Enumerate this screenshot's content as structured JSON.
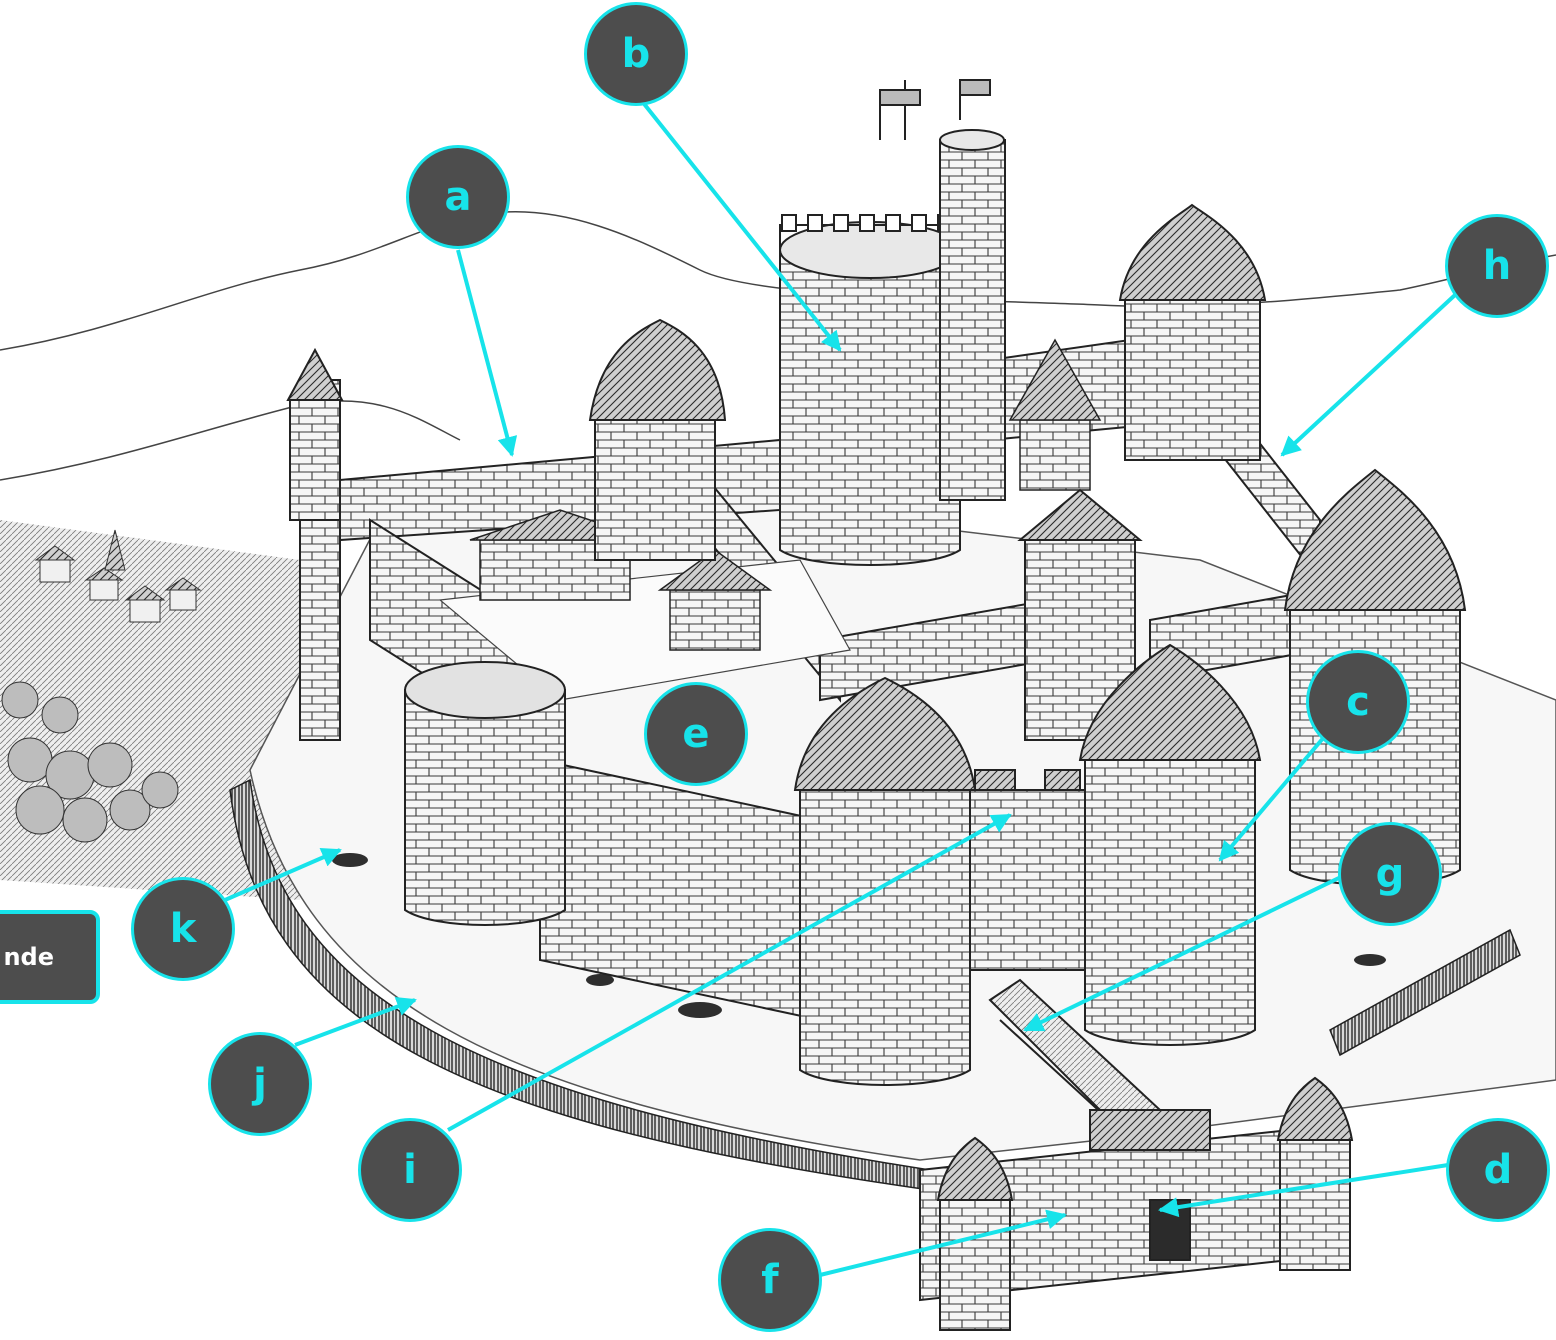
{
  "labels": [
    {
      "id": "a",
      "text": "a"
    },
    {
      "id": "b",
      "text": "b"
    },
    {
      "id": "c",
      "text": "c"
    },
    {
      "id": "d",
      "text": "d"
    },
    {
      "id": "e",
      "text": "e"
    },
    {
      "id": "f",
      "text": "f"
    },
    {
      "id": "g",
      "text": "g"
    },
    {
      "id": "h",
      "text": "h"
    },
    {
      "id": "i",
      "text": "i"
    },
    {
      "id": "j",
      "text": "j"
    },
    {
      "id": "k",
      "text": "k"
    }
  ],
  "legend_button": {
    "label": "nde"
  },
  "colors": {
    "accent": "#17e3ea",
    "badge": "#4d4d4d",
    "ink": "#2b2b2b",
    "paper": "#ffffff"
  }
}
